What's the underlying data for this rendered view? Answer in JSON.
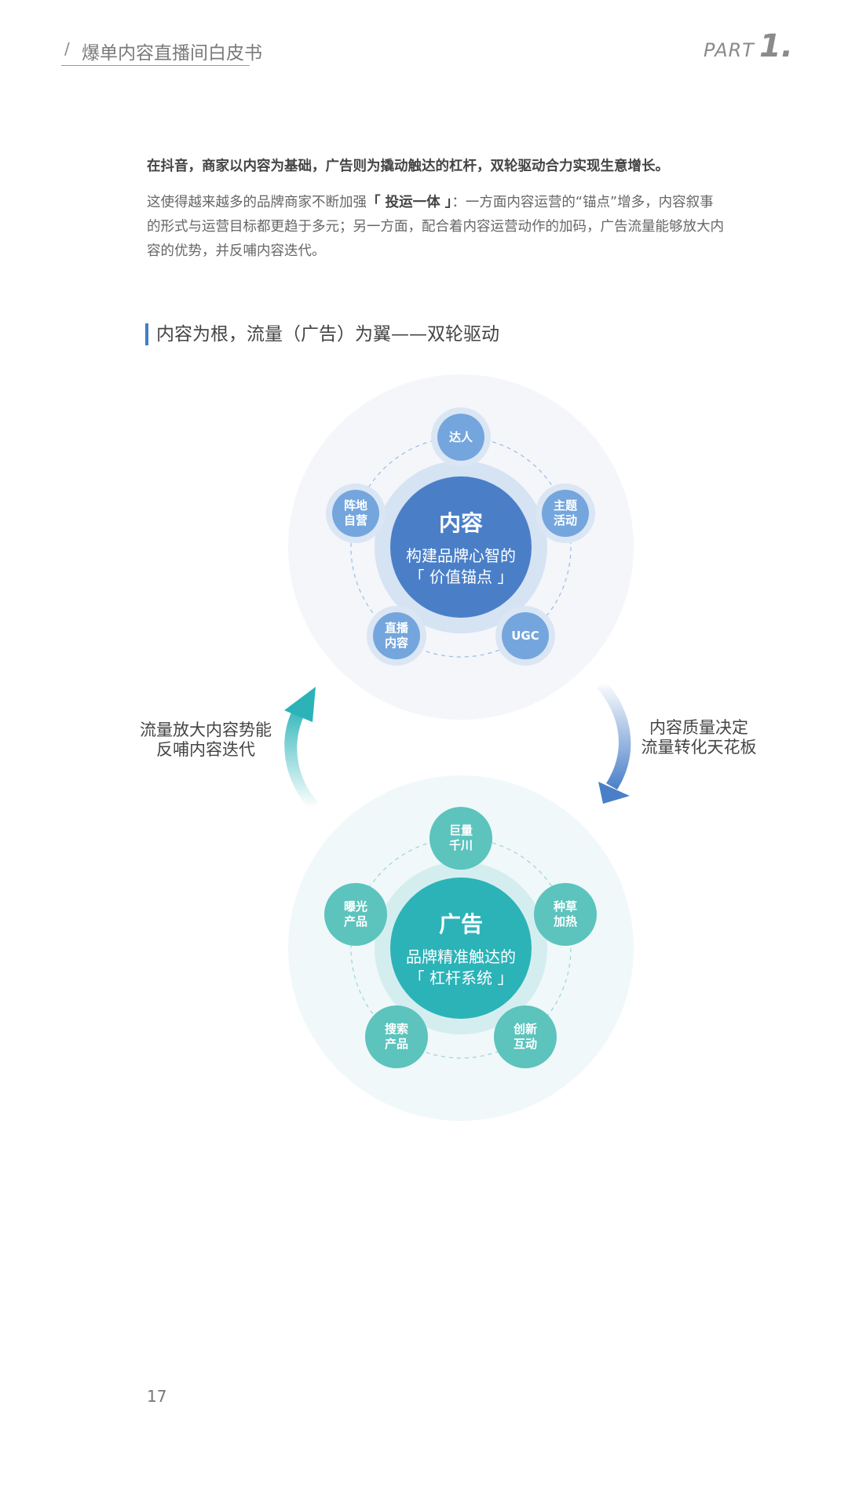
{
  "header": {
    "title": "爆单内容直播间白皮书",
    "part_word": "PART",
    "part_number": "1."
  },
  "intro": {
    "bold_line": "在抖音，商家以内容为基础，广告则为撬动触达的杠杆，双轮驱动合力实现生意增长。",
    "body_line1_before": "这使得越来越多的品牌商家不断加强",
    "body_highlight": "「 投运一体 」",
    "body_line1_after": "：一方面内容运营的“锚点”增多，内容叙事",
    "body_line2": "的形式与运营目标都更趋于多元；另一方面，配合着内容运营动作的加码，广告流量能够放大内",
    "body_line3": "容的优势，并反哺内容迭代。"
  },
  "section": {
    "title": "内容为根，流量（广告）为翼——双轮驱动"
  },
  "content_wheel": {
    "title": "内容",
    "line1": "构建品牌心智的",
    "line2": "「 价值锚点 」",
    "nodes": [
      "达人",
      "主题\n活动",
      "UGC",
      "直播\n内容",
      "阵地\n自营"
    ]
  },
  "ad_wheel": {
    "title": "广告",
    "line1": "品牌精准触达的",
    "line2": "「 杠杆系统 」",
    "nodes": [
      "巨量\n千川",
      "种草\n加热",
      "创新\n互动",
      "搜索\n产品",
      "曝光\n产品"
    ]
  },
  "side_labels": {
    "left_line1": "流量放大内容势能",
    "left_line2": "反哺内容迭代",
    "right_line1": "内容质量决定",
    "right_line2": "流量转化天花板"
  },
  "colors": {
    "content_hub": "#4a7fc8",
    "content_node": "#74a6dd",
    "ad_hub": "#2bb3b8",
    "ad_node": "#5cc3bd",
    "accent_bar": "#3f7ec6"
  },
  "page_number": "17"
}
